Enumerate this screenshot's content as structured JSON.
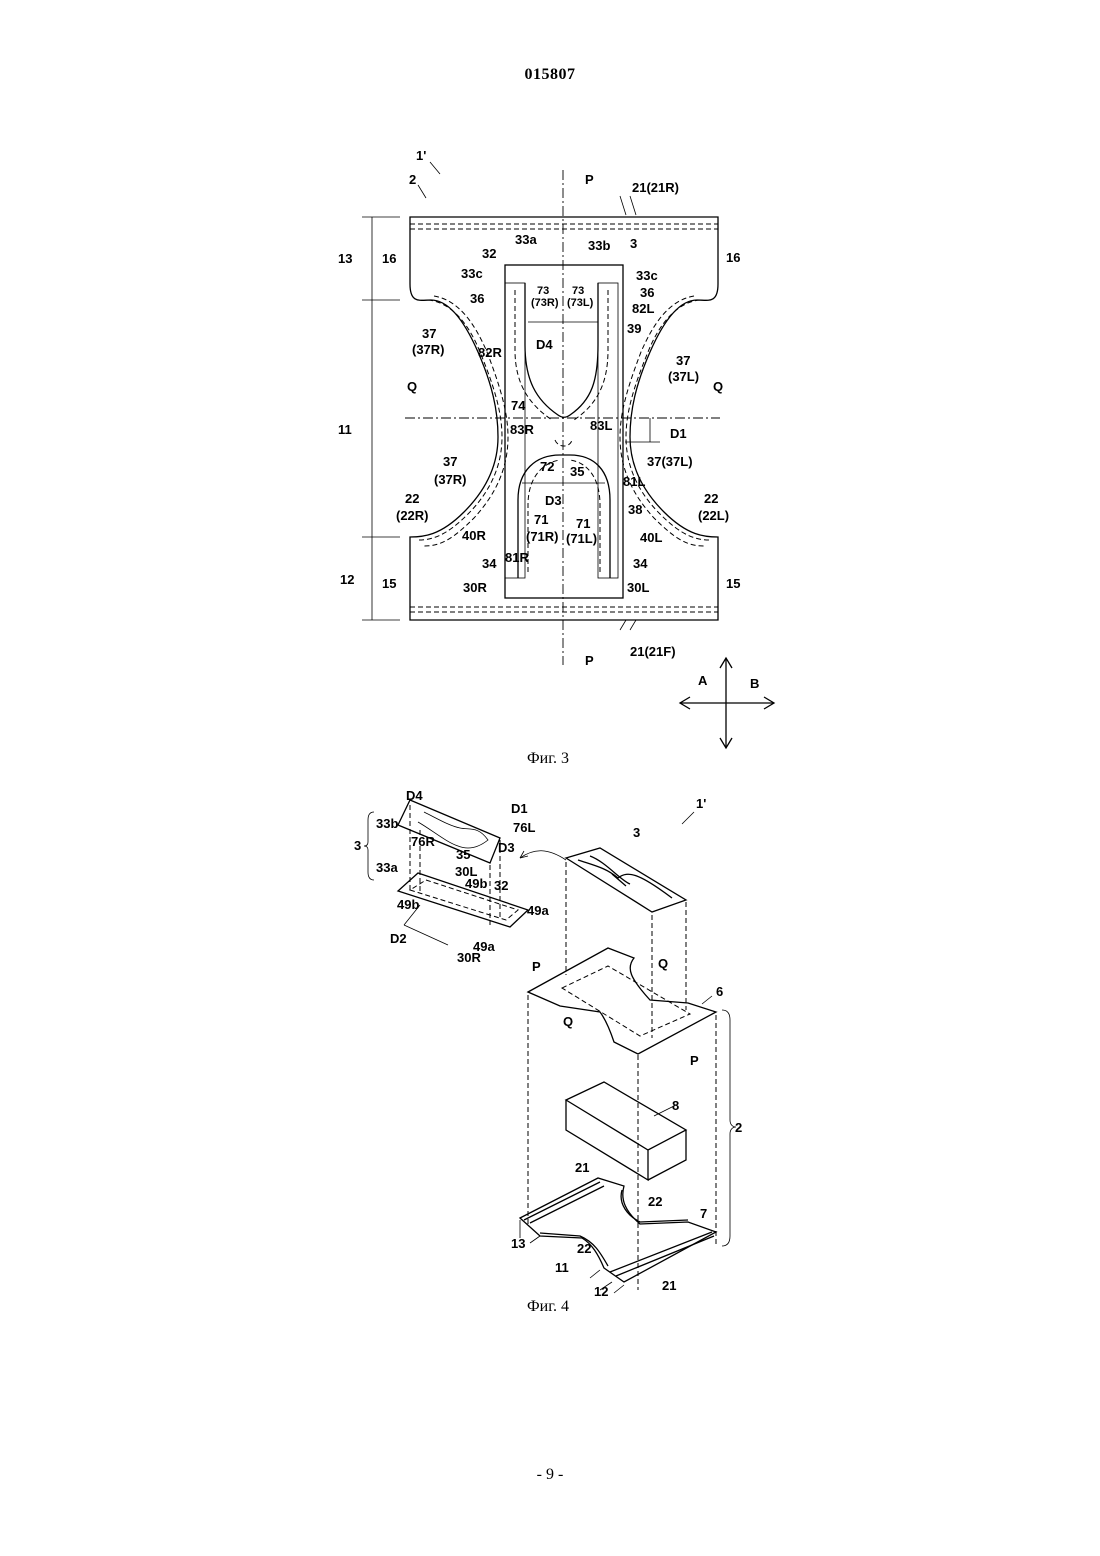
{
  "document": {
    "number": "015807",
    "page_number": "- 9 -"
  },
  "figure3": {
    "caption": "Фиг. 3",
    "labels": {
      "l_1p": "1'",
      "l_2": "2",
      "l_3": "3",
      "l_P_top": "P",
      "l_P_bot": "P",
      "l_21R": "21(21R)",
      "l_21F": "21(21F)",
      "l_13": "13",
      "l_11": "11",
      "l_12": "12",
      "l_16L": "16",
      "l_16R": "16",
      "l_15L": "15",
      "l_15R": "15",
      "l_32": "32",
      "l_33a": "33a",
      "l_33b": "33b",
      "l_33cL": "33c",
      "l_33cR": "33c",
      "l_36L": "36",
      "l_36R": "36",
      "l_73R": "73",
      "l_73Rs": "(73R)",
      "l_73L": "73",
      "l_73Ls": "(73L)",
      "l_82L": "82L",
      "l_82R": "82R",
      "l_39": "39",
      "l_D4": "D4",
      "l_37a": "37",
      "l_37a2": "(37R)",
      "l_37b": "37",
      "l_37b2": "(37L)",
      "l_Q_left": "Q",
      "l_Q_right": "Q",
      "l_74": "74",
      "l_83R": "83R",
      "l_83L": "83L",
      "l_D1": "D1",
      "l_72": "72",
      "l_35": "35",
      "l_37c": "37",
      "l_37c2": "(37R)",
      "l_37d": "37(37L)",
      "l_81L": "81L",
      "l_D3": "D3",
      "l_38": "38",
      "l_22a": "22",
      "l_22a2": "(22R)",
      "l_22b": "22",
      "l_22b2": "(22L)",
      "l_71a": "71",
      "l_71a2": "(71R)",
      "l_71b": "71",
      "l_71b2": "(71L)",
      "l_40R": "40R",
      "l_40L": "40L",
      "l_81R": "81R",
      "l_34L": "34",
      "l_34R": "34",
      "l_30R": "30R",
      "l_30L": "30L",
      "l_A": "A",
      "l_B": "B"
    }
  },
  "figure4": {
    "caption": "Фиг. 4",
    "labels": {
      "l_1p": "1'",
      "l_3": "3",
      "l_3br": "3",
      "l_D4": "D4",
      "l_D1": "D1",
      "l_33b": "33b",
      "l_76L": "76L",
      "l_76R": "76R",
      "l_35": "35",
      "l_D3": "D3",
      "l_33a": "33a",
      "l_30L": "30L",
      "l_49b_1": "49b",
      "l_32": "32",
      "l_49a_1": "49a",
      "l_49b_2": "49b",
      "l_D2": "D2",
      "l_49a_2": "49a",
      "l_30R": "30R",
      "l_P1": "P",
      "l_Q1": "Q",
      "l_6": "6",
      "l_Q2": "Q",
      "l_P2": "P",
      "l_8": "8",
      "l_2": "2",
      "l_21a": "21",
      "l_22a": "22",
      "l_7": "7",
      "l_13": "13",
      "l_22b": "22",
      "l_11": "11",
      "l_12": "12",
      "l_21b": "21"
    }
  }
}
